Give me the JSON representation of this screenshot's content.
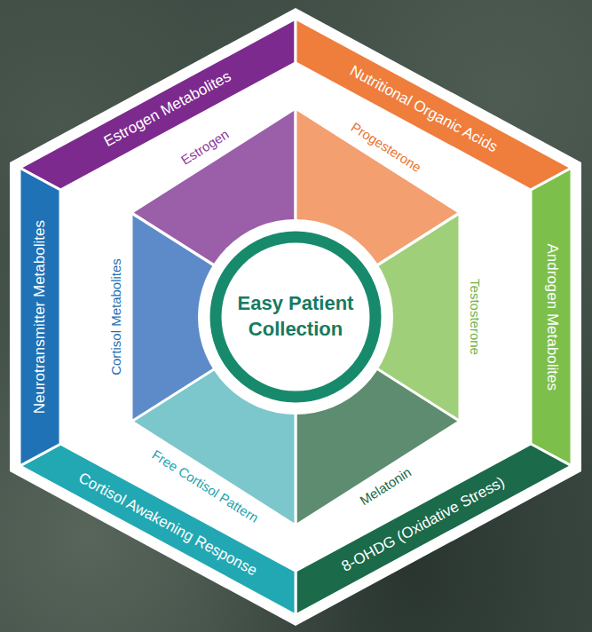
{
  "diagram": {
    "nodes": [
      {
        "text": [
          "Estrogen Metabolites"
        ]
      },
      {
        "text": [
          "Nutritional Organic Acids"
        ]
      },
      {
        "text": [
          "Androgen Metabolites"
        ]
      },
      {
        "text": [
          "8-OHDG (Oxidative Stress)"
        ]
      },
      {
        "text": [
          "Cortisol Awakening Response"
        ]
      },
      {
        "text": [
          "Neurotransmitter Metabolites"
        ]
      },
      {
        "text": [
          "Estrogen"
        ]
      },
      {
        "text": [
          "Progesterone"
        ]
      },
      {
        "text": [
          "Testosterone"
        ]
      },
      {
        "text": [
          "Melatonin"
        ]
      },
      {
        "text": [
          "Free Cortisol Pattern"
        ]
      },
      {
        "text": [
          "Cortisol Metabolites"
        ]
      },
      {
        "text": [
          "Easy Patient Collection"
        ]
      }
    ]
  }
}
